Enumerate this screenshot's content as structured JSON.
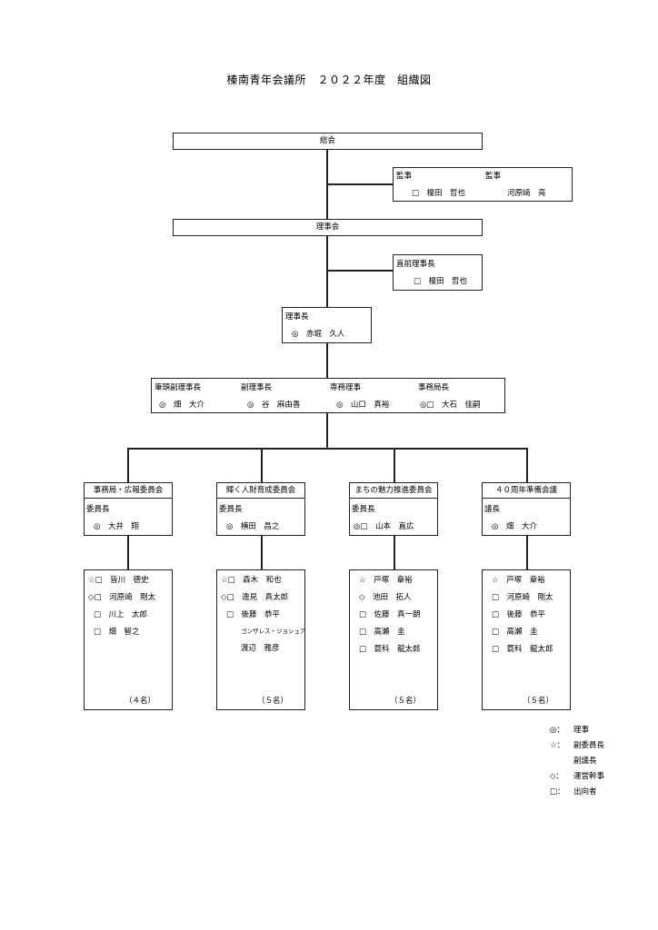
{
  "title": "榛南青年会議所　２０２２年度　組織図",
  "general_assembly": "総会",
  "auditors": {
    "label1": "監事",
    "label2": "監事",
    "member1": "□　榎田　哲也",
    "member2": "河原崎　亮"
  },
  "board": "理事会",
  "past_president": {
    "label": "直前理事長",
    "member": "□　榎田　哲也"
  },
  "president": {
    "label": "理事長",
    "member": "◎　赤堀　久人"
  },
  "executives": {
    "labels": [
      "筆頭副理事長",
      "副理事長",
      "専務理事",
      "事務局長"
    ],
    "members": [
      "◎　畑　大介",
      "◎　谷　麻由香",
      "◎　山口　真裕",
      "◎□　大石　佳嗣"
    ]
  },
  "committees": [
    {
      "name": "事務局・広報委員会",
      "role": "委員長",
      "chair": "◎　大井　翔",
      "members": [
        "☆□　皆川　德史",
        "◇□　河原崎　剛太",
        "□　川上　太郎",
        "□　畑　智之"
      ],
      "count": "（４名）"
    },
    {
      "name": "輝く人財育成委員会",
      "role": "委員長",
      "chair": "◎　横田　昌之",
      "members": [
        "☆□　森木　和也",
        "◇□　逸見　真太郎",
        "□　後藤　恭平",
        "ゴンザレス・ジョシュア",
        "渡辺　雅彦"
      ],
      "count": "（５名）"
    },
    {
      "name": "まちの魅力推進委員会",
      "role": "委員長",
      "chair": "◎□　山本　直広",
      "members": [
        "☆　戸塚　章裕",
        "◇　池田　拓人",
        "□　佐藤　真一朗",
        "□　高瀬　圭",
        "□　蓑科　龍太郎"
      ],
      "count": "（５名）"
    },
    {
      "name": "４０周年準備会議",
      "role": "議長",
      "chair": "◎　畑　大介",
      "members": [
        "☆　戸塚　章裕",
        "□　河原崎　剛太",
        "□　後藤　恭平",
        "□　高瀬　圭",
        "□　蓑科　龍太郎"
      ],
      "count": "（５名）"
    }
  ],
  "legend": [
    {
      "symbol": "◎：",
      "text": "理事"
    },
    {
      "symbol": "☆：",
      "text": "副委員長"
    },
    {
      "symbol": "",
      "text": "副議長"
    },
    {
      "symbol": "◇：",
      "text": "運営幹事"
    },
    {
      "symbol": "□：",
      "text": "出向者"
    }
  ]
}
